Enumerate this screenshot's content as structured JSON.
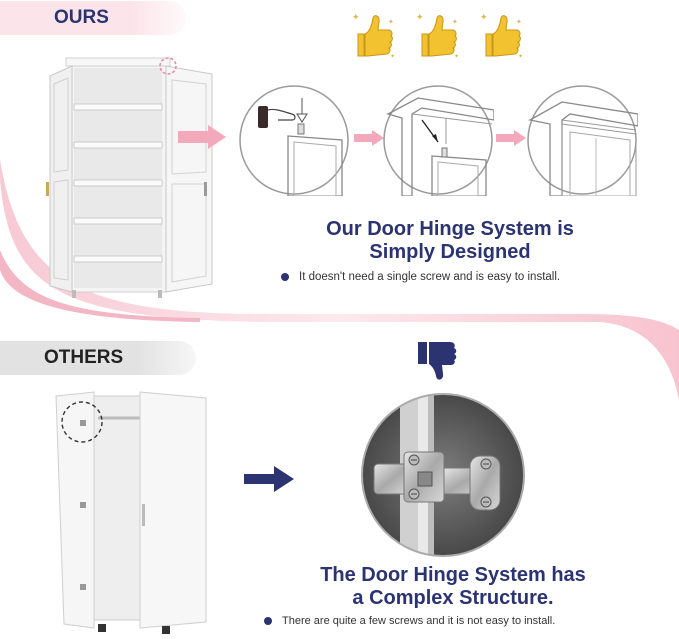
{
  "ours": {
    "tab_label": "OURS",
    "headline_line1": "Our Door Hinge System is",
    "headline_line2": "Simply Designed",
    "bullet": "It doesn't need a single screw and is easy to install.",
    "icons": [
      "thumbs-up-icon",
      "thumbs-up-icon",
      "thumbs-up-icon"
    ]
  },
  "others": {
    "tab_label": "OTHERS",
    "headline_line1": "The Door Hinge System has",
    "headline_line2": "a Complex Structure.",
    "bullet": "There are quite a few screws and it is not easy to install.",
    "icons": [
      "thumbs-down-icon"
    ]
  },
  "colors": {
    "navy": "#2b3371",
    "pink": "#f5bccb",
    "light_pink": "#fbe4ea",
    "gray_tab": "#e2e2e2",
    "gold": "#f2c230"
  }
}
